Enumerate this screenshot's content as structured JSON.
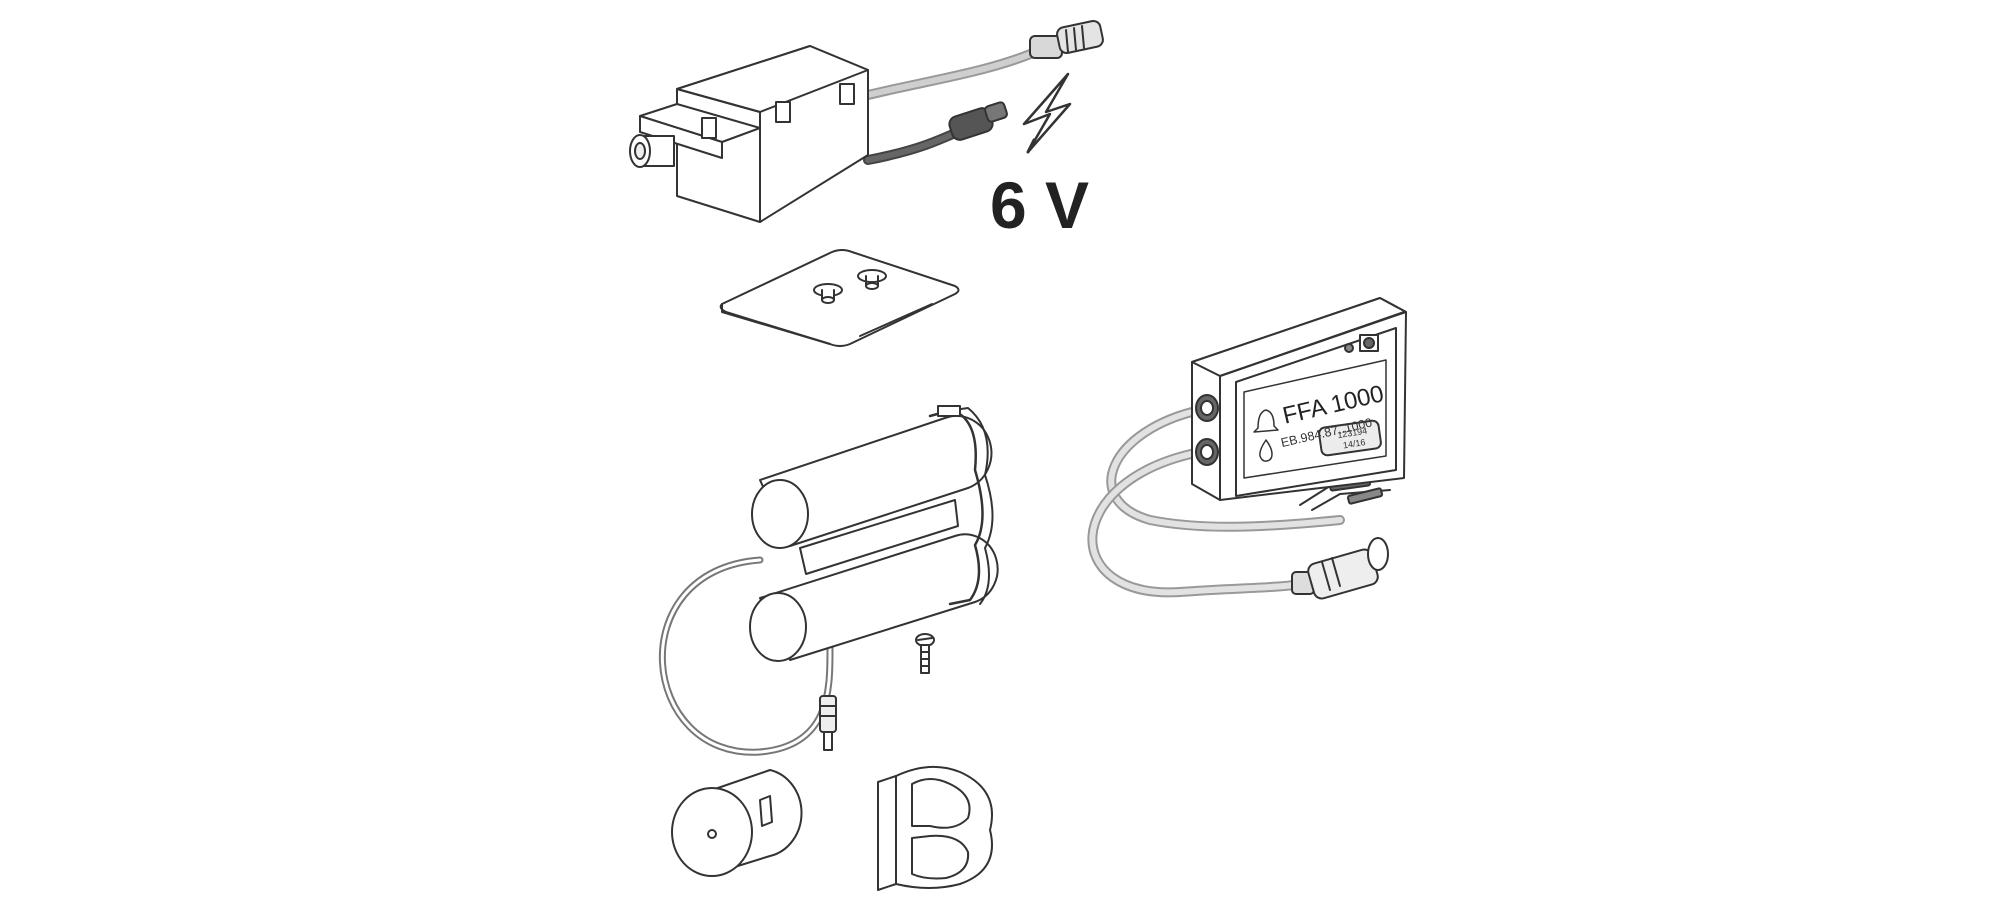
{
  "voltage_label": "6 V",
  "module": {
    "model": "FFA 1000",
    "part_number": "EB.984.87..1000",
    "serial": "123194",
    "date_code": "14/16"
  },
  "icons": {
    "bell": "bell-icon",
    "drop": "water-drop-icon",
    "lightning": "lightning-bolt-icon"
  },
  "colors": {
    "line": "#333333",
    "cable_light": "#b5b5b5",
    "cable_dark": "#555555",
    "fill": "#ffffff"
  }
}
